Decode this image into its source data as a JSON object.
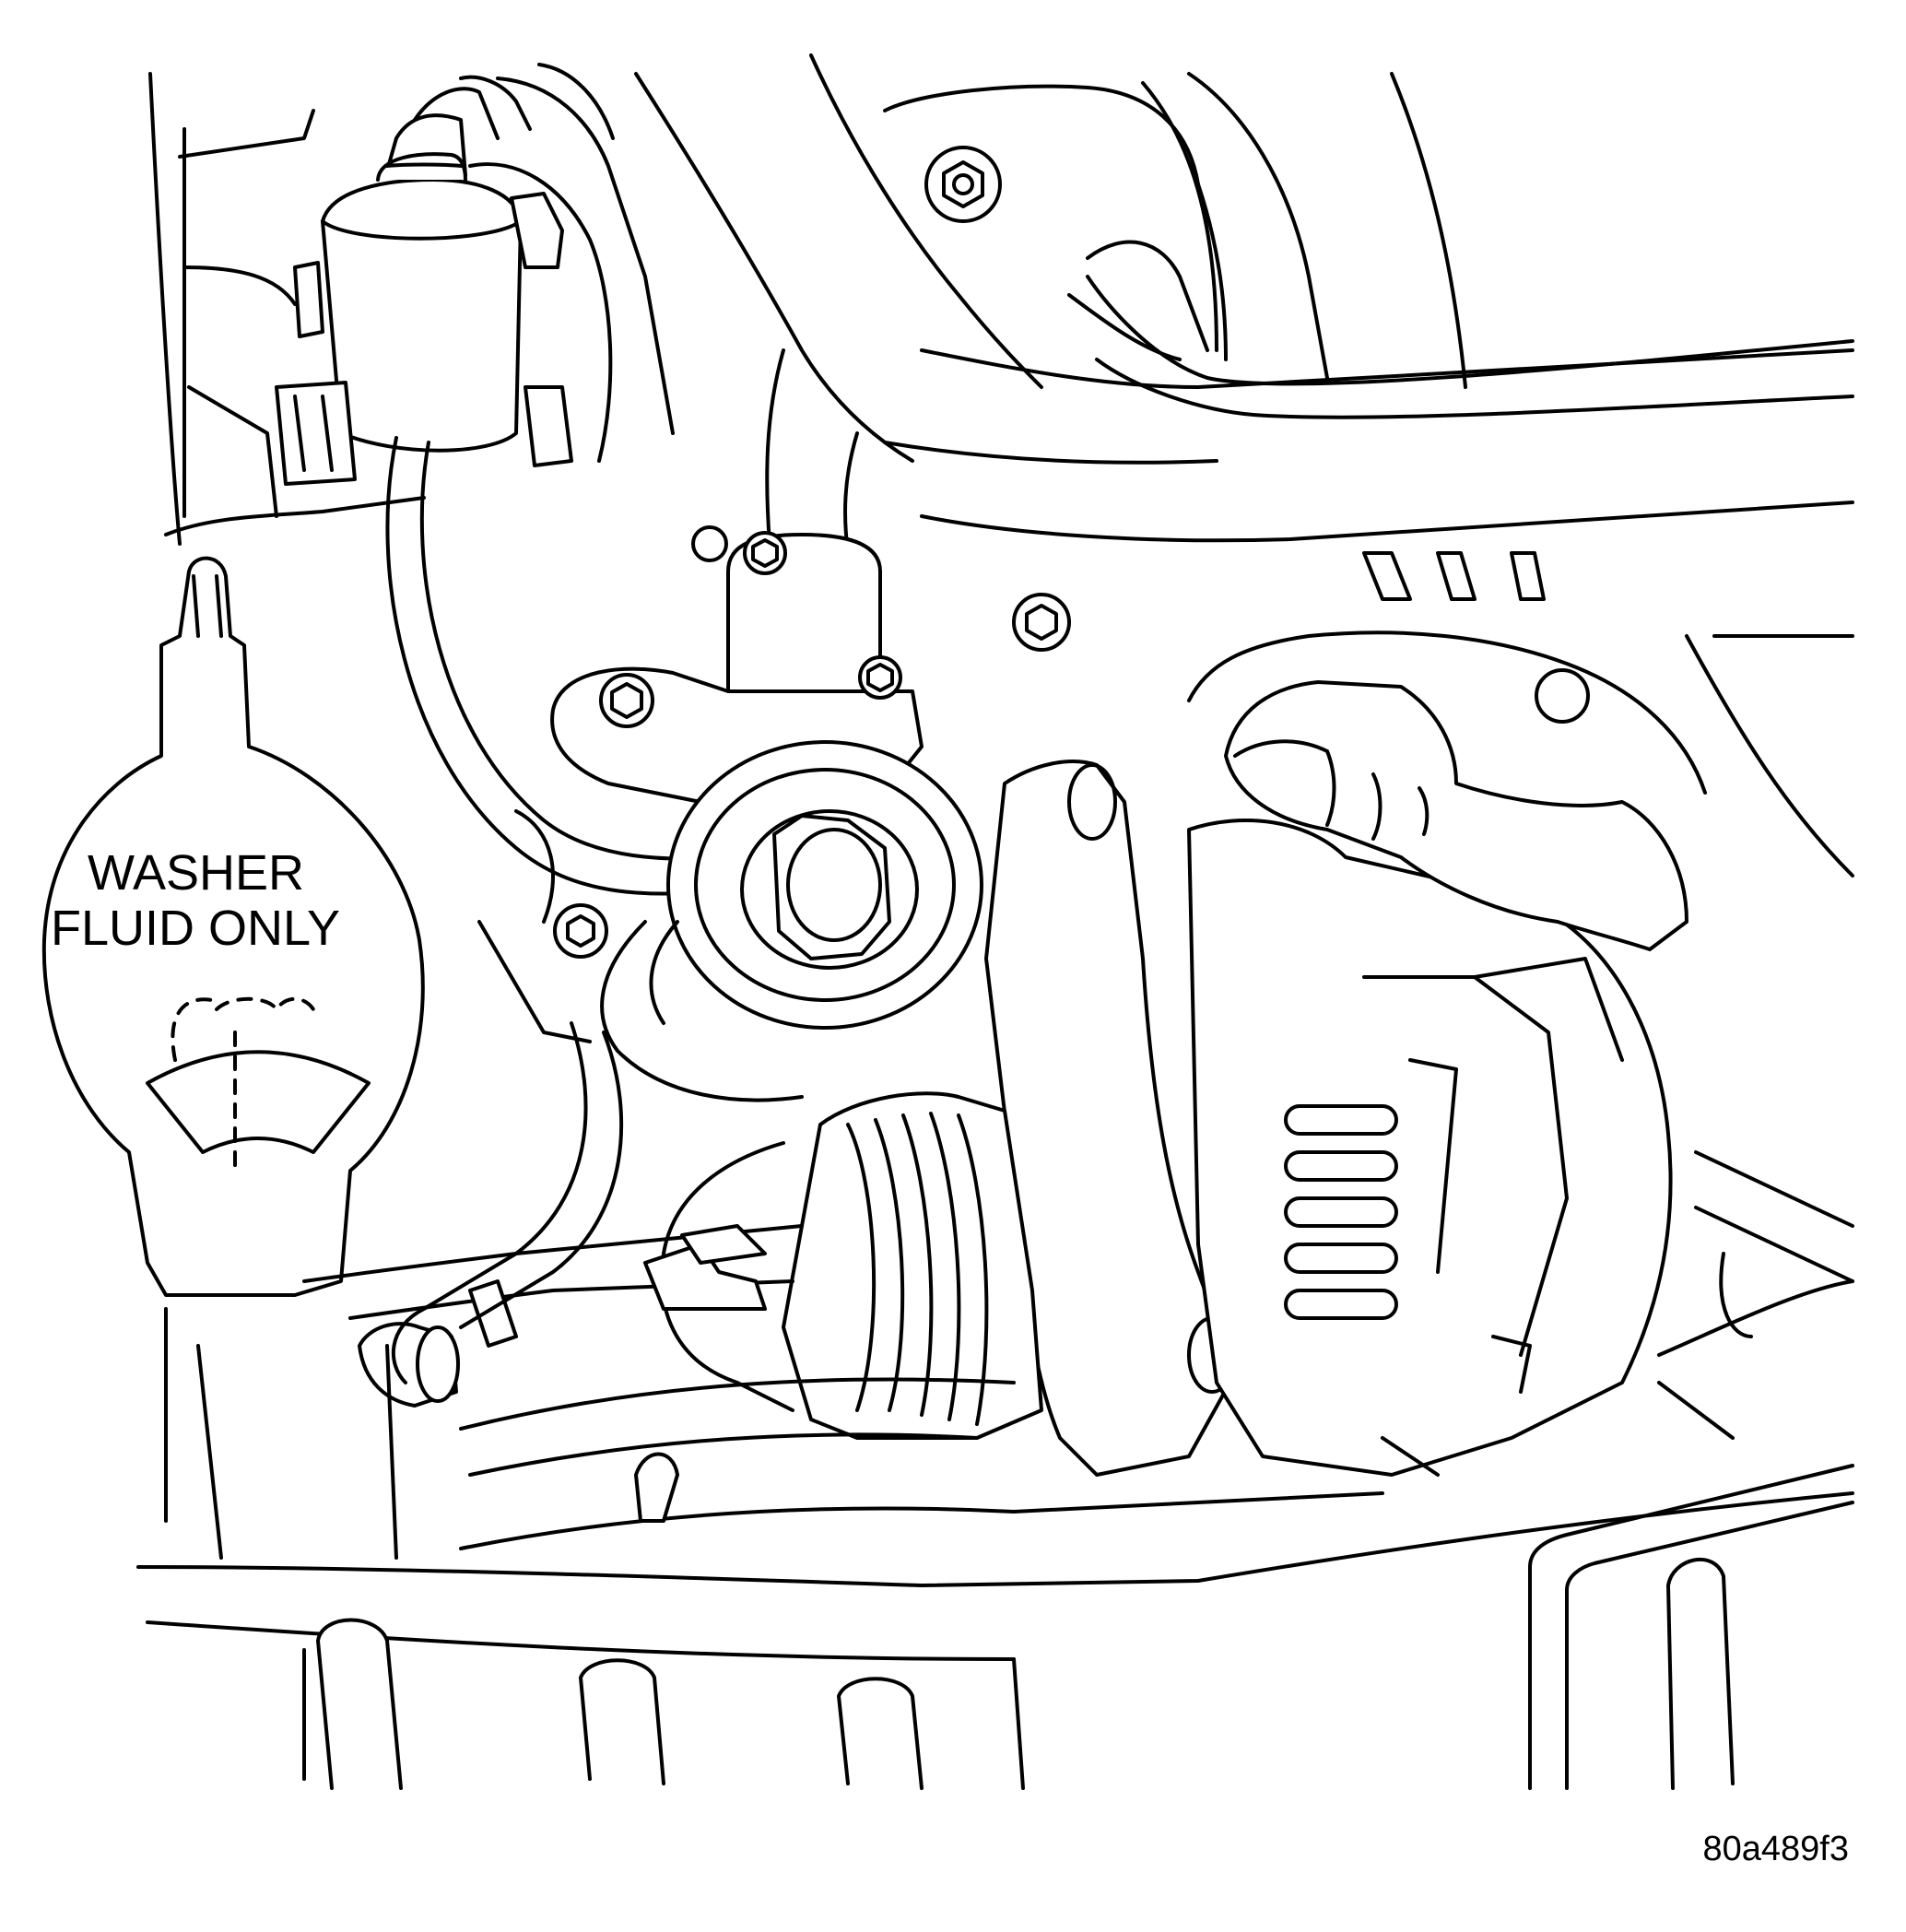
{
  "reservoir_cap": {
    "line1": "WASHER",
    "line2": "FLUID ONLY",
    "icon": "windshield-wiper-washer-icon"
  },
  "figure_id": "80a489f3",
  "colors": {
    "line": "#000000",
    "background": "#ffffff"
  }
}
